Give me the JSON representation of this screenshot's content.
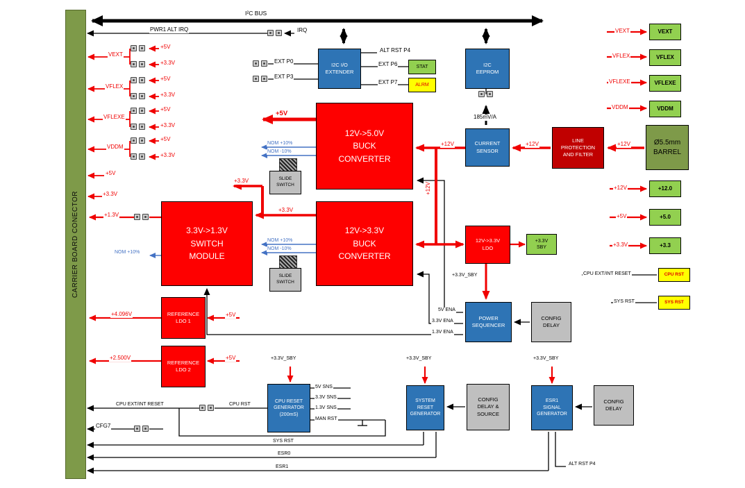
{
  "connector_label": "CARRIER BOARD CONECTOR",
  "bus_label": "I²C BUS",
  "blocks": {
    "i2c_io_extender": "I2C I/O EXTENDER",
    "i2c_eeprom": "I2C EEPROM",
    "buck_5v": "12V->5.0V BUCK CONVERTER",
    "buck_3v3": "12V->3.3V BUCK CONVERTER",
    "switch_module": "3.3V->1.3V SWITCH MODULE",
    "current_sensor": "CURRENT SENSOR",
    "line_protection": "LINE PROTECTION AND FILTER",
    "barrel": "Ø5.5mm BARREL",
    "ldo_3v3": "12V->3.3V LDO",
    "sby_3v3": "+3.3V SBY",
    "power_sequencer": "POWER SEQUENCER",
    "config_delay": "CONFIG DELAY",
    "config_delay_source": "CONFIG DELAY & SOURCE",
    "ref_ldo_1": "REFERENCE LDO 1",
    "ref_ldo_2": "REFERENCE LDO 2",
    "cpu_reset_gen": "CPU RESET GENERATOR (200mS)",
    "system_reset_gen": "SYSTEM RESET GENERATOR",
    "esr1_gen": "ESR1 SIGNAL GENERATOR",
    "slide_switch": "SLIDE SWITCH",
    "stat": "STAT",
    "alrm": "ALRM"
  },
  "ports": {
    "vext": "VEXT",
    "vflex": "VFLEX",
    "vflexe": "VFLEXE",
    "vddm": "VDDM",
    "v12_0": "+12.0",
    "v5_0": "+5.0",
    "v3_3": "+3.3",
    "cpu_rst": "CPU RST",
    "sys_rst": "SYS RST"
  },
  "labels": {
    "pwr1_alt_irq": "PWR1 ALT IRQ",
    "irq": "IRQ",
    "ext_p0": "EXT P0",
    "ext_p3": "EXT P3",
    "alt_rst_p4": "ALT RST P4",
    "ext_p6": "EXT P6",
    "ext_p7": "EXT P7",
    "sense_gain": "185mV/A",
    "v12": "+12V",
    "v5": "+5V",
    "v33": "+3.3V",
    "v13": "+1.3V",
    "nom_plus": "NOM +10%",
    "nom_minus": "NOM -10%",
    "sby": "+3.3V_SBY",
    "ena_5v": "5V ENA",
    "ena_33v": "3.3V ENA",
    "ena_13v": "1.3V ENA",
    "vref1": "+4.096V",
    "vref2": "+2.500V",
    "cpu_ext_int_reset": "CPU EXT/INT RESET",
    "cpu_rst": "CPU RST",
    "cfg7": "CFG7",
    "sns_5v": "5V SNS",
    "sns_33v": "3.3V SNS",
    "sns_13v": "1.3V SNS",
    "man_rst": "MAN RST",
    "sys_rst": "SYS RST",
    "esr0": "ESR0",
    "esr1": "ESR1",
    "vext": "VEXT",
    "vflex": "VFLEX",
    "vflexe": "VFLEXE",
    "vddm": "VDDM"
  }
}
